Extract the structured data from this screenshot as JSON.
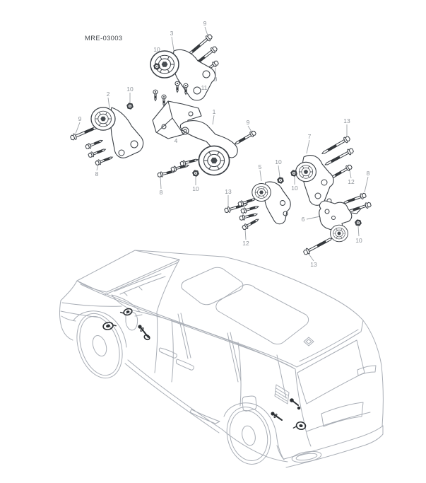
{
  "diagram": {
    "code": "MRE-03003"
  },
  "callouts": [
    "3",
    "9",
    "10",
    "8",
    "11",
    "2",
    "10",
    "9",
    "4",
    "8",
    "1",
    "9",
    "8",
    "10",
    "13",
    "7",
    "5",
    "10",
    "10",
    "13",
    "12",
    "12",
    "8",
    "6",
    "10",
    "13"
  ],
  "icons": {
    "bolt": "bolt-icon",
    "nut": "nut-icon",
    "bushing": "bushing-icon",
    "screw": "screw-icon"
  },
  "colors": {
    "background": "#ffffff",
    "part_line": "#3a3f45",
    "thread_fill": "#35393d",
    "label_text": "#8d9298",
    "leader_line": "#9ba0a5",
    "vehicle_line": "#a9aeb6",
    "installed_mount": "#2b2f33"
  }
}
